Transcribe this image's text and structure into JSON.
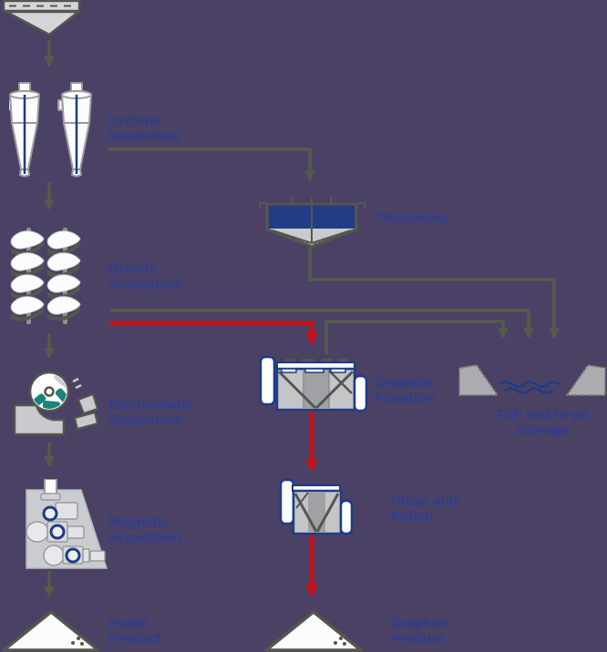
{
  "diagram": {
    "type": "process-flow",
    "subject": "mineral-processing-flowsheet",
    "background_color": "#4a4164",
    "colors": {
      "label_text": "#2b3f92",
      "flow_line_gray": "#565a4b",
      "flow_line_red": "#c7121a",
      "icon_outline": "#55564e",
      "icon_gray_fill": "#c9cacd",
      "icon_white": "#fbfcfc",
      "blue_accent": "#1e3c85",
      "thickener_blue": "#203d85",
      "teal": "#17857b"
    },
    "nodes": {
      "cyclone_separation": {
        "label": "Cyclone\nSeparation"
      },
      "thickening": {
        "label": "Thickening"
      },
      "gravity_separation": {
        "label": "Gravity\nSeparation"
      },
      "electrostatic_separation": {
        "label": "Electrostatic\nSeparation"
      },
      "magnetic_separation": {
        "label": "Magnetic\nSeparation"
      },
      "graphite_flotation": {
        "label": "Graphite\nFlotation"
      },
      "tsf_storage": {
        "label": "TSF and In-pit\nStorage"
      },
      "clean_and_polish": {
        "label": "Clean and\nPolish"
      },
      "rutile_product": {
        "label": "Rutile\nProduct"
      },
      "graphite_product": {
        "label": "Graphite\nProduct"
      }
    },
    "edges": [
      {
        "from": "feed-conveyor",
        "to": "cyclone-separation",
        "style": "gray"
      },
      {
        "from": "cyclone-separation",
        "to": "thickening",
        "style": "gray"
      },
      {
        "from": "cyclone-separation",
        "to": "gravity-separation",
        "style": "gray"
      },
      {
        "from": "thickening",
        "to": "tsf-storage",
        "style": "gray"
      },
      {
        "from": "gravity-separation",
        "to": "tsf-storage",
        "style": "gray"
      },
      {
        "from": "gravity-separation",
        "to": "electrostatic-separation",
        "style": "gray"
      },
      {
        "from": "gravity-separation",
        "to": "graphite-flotation",
        "style": "red"
      },
      {
        "from": "graphite-flotation",
        "to": "tsf-storage",
        "style": "gray"
      },
      {
        "from": "graphite-flotation",
        "to": "clean-and-polish",
        "style": "red"
      },
      {
        "from": "clean-and-polish",
        "to": "graphite-product",
        "style": "red"
      },
      {
        "from": "electrostatic-separation",
        "to": "magnetic-separation",
        "style": "gray"
      },
      {
        "from": "magnetic-separation",
        "to": "rutile-product",
        "style": "gray"
      }
    ]
  }
}
